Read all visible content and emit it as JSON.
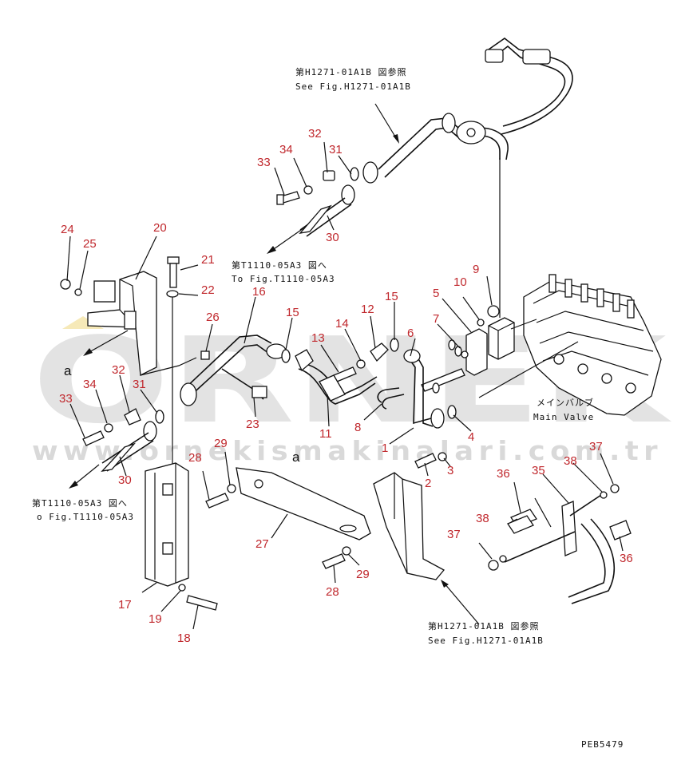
{
  "watermark": {
    "brand": "ORNEK",
    "url": "www.ornekismakinalari.com.tr"
  },
  "references": {
    "top_jp": "第H1271-01A1B 図参照",
    "top_en": "See Fig.H1271-01A1B",
    "mid_jp": "第T1110-05A3 図へ",
    "mid_en": "To Fig.T1110-05A3",
    "left_jp": "第T1110-05A3 図へ",
    "left_en": "o Fig.T1110-05A3",
    "bottom_jp": "第H1271-01A1B 図参照",
    "bottom_en": "See Fig.H1271-01A1B",
    "main_valve_jp": "メインバルブ",
    "main_valve_en": "Main Valve",
    "view_a_left": "a",
    "view_a_mid": "a"
  },
  "drawing_code": "PEB5479",
  "part_labels": {
    "p1": "1",
    "p2": "2",
    "p3": "3",
    "p4": "4",
    "p5": "5",
    "p6": "6",
    "p7": "7",
    "p8": "8",
    "p9": "9",
    "p10": "10",
    "p11": "11",
    "p12": "12",
    "p13": "13",
    "p14": "14",
    "p15a": "15",
    "p15b": "15",
    "p16": "16",
    "p17": "17",
    "p18": "18",
    "p19": "19",
    "p20": "20",
    "p21": "21",
    "p22": "22",
    "p23": "23",
    "p24": "24",
    "p25": "25",
    "p26": "26",
    "p27": "27",
    "p28a": "28",
    "p28b": "28",
    "p29a": "29",
    "p29b": "29",
    "p30a": "30",
    "p30b": "30",
    "p31a": "31",
    "p31b": "31",
    "p32a": "32",
    "p32b": "32",
    "p33a": "33",
    "p33b": "33",
    "p34a": "34",
    "p34b": "34",
    "p35": "35",
    "p36a": "36",
    "p36b": "36",
    "p37a": "37",
    "p37b": "37",
    "p38a": "38",
    "p38b": "38"
  },
  "colors": {
    "part_label": "#c0282d",
    "line": "#111111",
    "watermark": "#e3e3e3",
    "accent_triangle": "#f6e9b8"
  }
}
